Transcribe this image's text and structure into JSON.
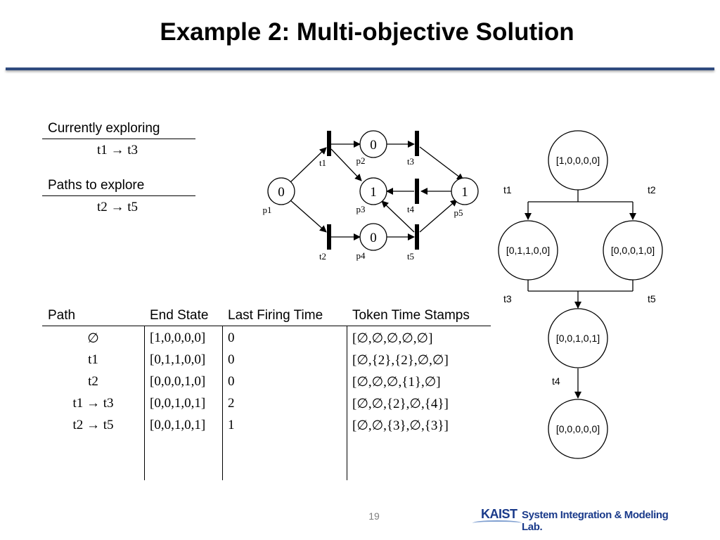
{
  "slide": {
    "title": "Example 2: Multi-objective Solution",
    "page_number": "19",
    "footer_logo": "KAIST",
    "footer_lab": "System Integration & Modeling Lab."
  },
  "exploring": {
    "current_header": "Currently exploring",
    "current_value": "t1 → t3",
    "paths_header": "Paths to explore",
    "paths_value": "t2 → t5"
  },
  "petri_net": {
    "places": [
      {
        "id": "p1",
        "label": "p1",
        "tokens": "0"
      },
      {
        "id": "p2",
        "label": "p2",
        "tokens": "0"
      },
      {
        "id": "p3",
        "label": "p3",
        "tokens": "1"
      },
      {
        "id": "p4",
        "label": "p4",
        "tokens": "0"
      },
      {
        "id": "p5",
        "label": "p5",
        "tokens": "1"
      }
    ],
    "transitions": [
      "t1",
      "t2",
      "t3",
      "t4",
      "t5"
    ]
  },
  "reachability_tree": {
    "nodes": [
      "[1,0,0,0,0]",
      "[0,1,1,0,0]",
      "[0,0,0,1,0]",
      "[0,0,1,0,1]",
      "[0,0,0,0,0]"
    ],
    "edge_labels": [
      "t1",
      "t2",
      "t3",
      "t5",
      "t4"
    ]
  },
  "table": {
    "headers": [
      "Path",
      "End State",
      "Last Firing Time",
      "Token Time Stamps"
    ],
    "rows": [
      [
        "∅",
        "[1,0,0,0,0]",
        "0",
        "[∅,∅,∅,∅,∅]"
      ],
      [
        "t1",
        "[0,1,1,0,0]",
        "0",
        "[∅,{2},{2},∅,∅]"
      ],
      [
        "t2",
        "[0,0,0,1,0]",
        "0",
        "[∅,∅,∅,{1},∅]"
      ],
      [
        "t1 → t3",
        "[0,0,1,0,1]",
        "2",
        "[∅,∅,{2},∅,{4}]"
      ],
      [
        "t2 → t5",
        "[0,0,1,0,1]",
        "1",
        "[∅,∅,{3},∅,{3}]"
      ]
    ]
  }
}
